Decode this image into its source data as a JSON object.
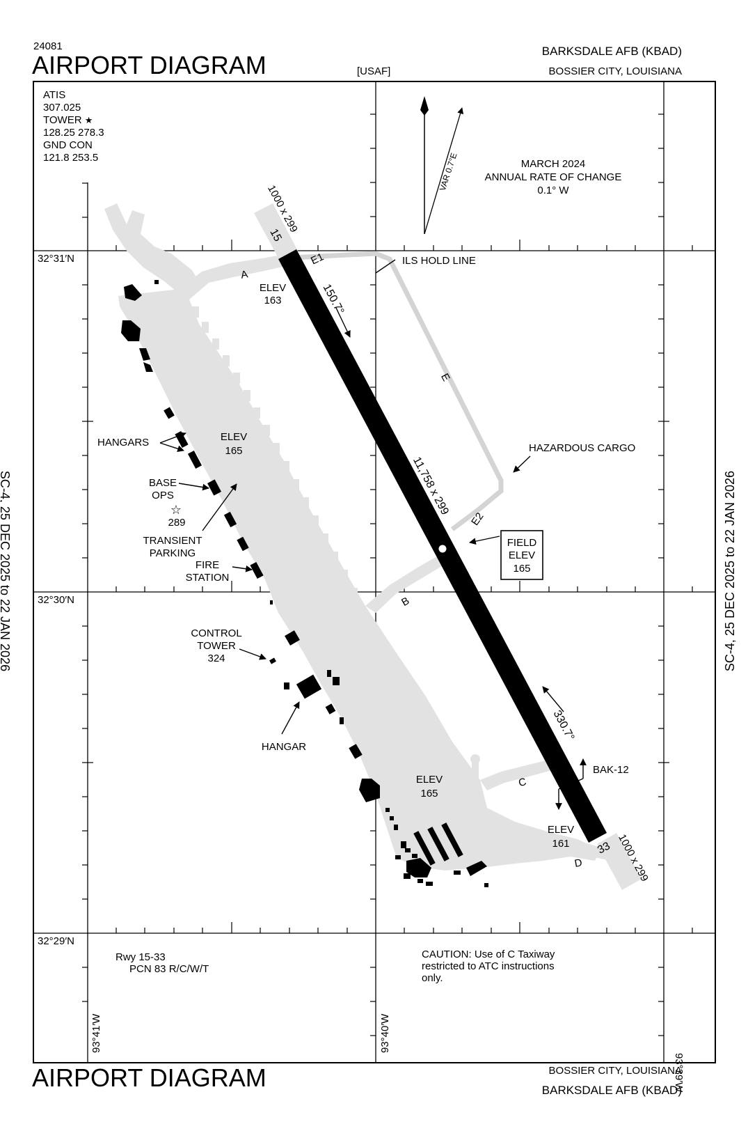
{
  "header": {
    "chart_number": "24081",
    "title": "AIRPORT DIAGRAM",
    "military": "[USAF]",
    "airport": "BARKSDALE AFB   (KBAD)",
    "city": "BOSSIER CITY, LOUISIANA"
  },
  "footer": {
    "title": "AIRPORT DIAGRAM",
    "city": "BOSSIER CITY, LOUISIANA",
    "airport": "BARKSDALE AFB   (KBAD)"
  },
  "side_labels": {
    "left": "SC-4,  25 DEC 2025  to  22 JAN 2026",
    "right": "SC-4,  25 DEC 2025  to  22 JAN 2026"
  },
  "frequencies": {
    "atis_label": "ATIS",
    "atis_freq": "307.025",
    "tower_label": "TOWER",
    "tower_star": "★",
    "tower_freq": "128.25  278.3",
    "gnd_label": "GND CON",
    "gnd_freq": "121.8  253.5"
  },
  "magnetic": {
    "var_label": "VAR 0.7°E",
    "date": "MARCH 2024",
    "rate_label": "ANNUAL RATE OF CHANGE",
    "rate_value": "0.1° W"
  },
  "coordinates": {
    "lat_31": "32°31′N",
    "lat_30": "32°30′N",
    "lat_29": "32°29′N",
    "lon_41": "93°41′W",
    "lon_40": "93°40′W",
    "lon_39": "93°39′W"
  },
  "runway": {
    "dimensions": "11,758 x 299",
    "end_15": "15",
    "end_33": "33",
    "heading_15": "150.7°",
    "heading_33": "330.7°",
    "overrun_north": "1000 x 299",
    "overrun_south": "1000 x 299"
  },
  "taxiways": {
    "a": "A",
    "b": "B",
    "c": "C",
    "d": "D",
    "e": "E",
    "e1": "E1",
    "e2": "E2"
  },
  "elevations": {
    "north_label": "ELEV",
    "north_value": "163",
    "ramp_label": "ELEV",
    "ramp_value": "165",
    "south_label": "ELEV",
    "south_value": "165",
    "end33_label": "ELEV",
    "end33_value": "161",
    "field_line1": "FIELD",
    "field_line2": "ELEV",
    "field_value": "165"
  },
  "features": {
    "ils_hold_line": "ILS HOLD LINE",
    "hazardous_cargo": "HAZARDOUS CARGO",
    "hangars": "HANGARS",
    "base_ops_1": "BASE",
    "base_ops_2": "OPS",
    "beacon_elev": "289",
    "transient_1": "TRANSIENT",
    "transient_2": "PARKING",
    "fire_1": "FIRE",
    "fire_2": "STATION",
    "tower_1": "CONTROL",
    "tower_2": "TOWER",
    "tower_elev": "324",
    "hangar": "HANGAR",
    "bak12": "BAK-12"
  },
  "notes": {
    "rwy_line1": "Rwy 15-33",
    "rwy_line2": "PCN 83 R/C/W/T",
    "caution_line1": "CAUTION: Use of C Taxiway",
    "caution_line2": "restricted to ATC instructions",
    "caution_line3": "only."
  }
}
